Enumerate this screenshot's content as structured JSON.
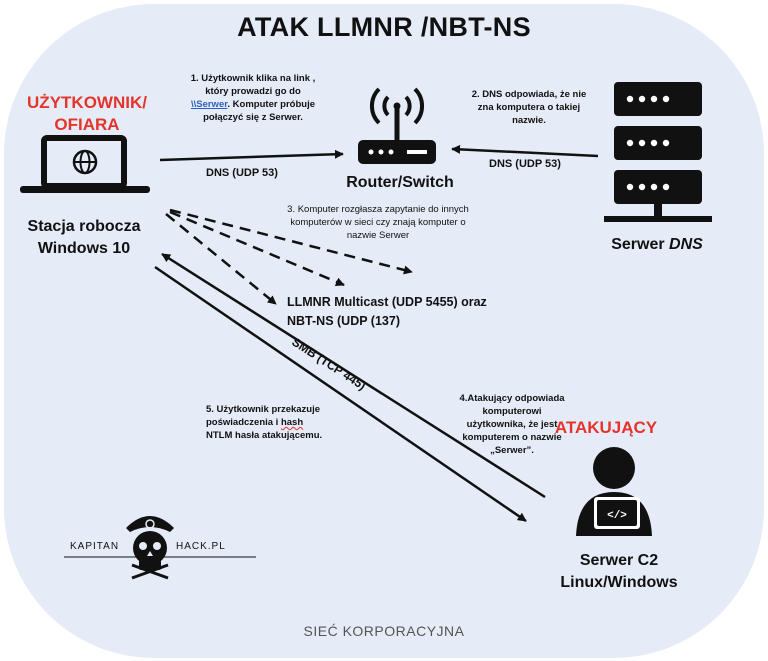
{
  "title": "ATAK LLMNR /NBT-NS",
  "victim": {
    "role_line1": "UŻYTKOWNIK/",
    "role_line2": "OFIARA",
    "name_line1": "Stacja robocza",
    "name_line2": "Windows 10"
  },
  "router": {
    "name": "Router/Switch"
  },
  "dns_server": {
    "name_prefix": "Serwer ",
    "name_italic": "DNS"
  },
  "attacker": {
    "role": "ATAKUJĄCY",
    "name_line1": "Serwer C2",
    "name_line2": "Linux/Windows"
  },
  "step1": {
    "line1": "1. Użytkownik klika na link ,",
    "line2": "który prowadzi go do",
    "link": "\\\\Serwer",
    "line3_after": ". Komputer próbuje",
    "line4": "połączyć się z Serwer."
  },
  "step2": {
    "line1": "2. DNS odpowiada, że nie",
    "line2": "zna komputera o takiej",
    "line3": "nazwie."
  },
  "step3": {
    "line1": "3. Komputer rozgłasza zapytanie do innych",
    "line2": "komputerów w sieci czy znają komputer o",
    "line3": "nazwie Serwer"
  },
  "step4": {
    "line1": "4.Atakujący odpowiada",
    "line2": "komputerowi",
    "line3": "użytkownika, że jest",
    "line4": "komputerem o nazwie",
    "line5": "„Serwer”."
  },
  "step5": {
    "line1": "5. Użytkownik przekazuje",
    "line2_before": "poświadczenia i ",
    "line2_mark": "hash",
    "line3": "NTLM hasła atakującemu."
  },
  "labels": {
    "dns1": "DNS (UDP 53)",
    "dns2": "DNS (UDP 53)",
    "multicast_line1": "LLMNR Multicast  (UDP 5455) oraz",
    "multicast_line2": "NBT-NS (UDP (137)",
    "smb": "SMB (TCP 445)"
  },
  "logo": {
    "left": "KAPITAN",
    "right": "HACK.PL"
  },
  "footer": "SIEĆ KORPORACYJNA",
  "colors": {
    "background": "#e5ecf7",
    "accent_red": "#e5342b",
    "link_blue": "#2b5fc7",
    "ink": "#111111"
  }
}
